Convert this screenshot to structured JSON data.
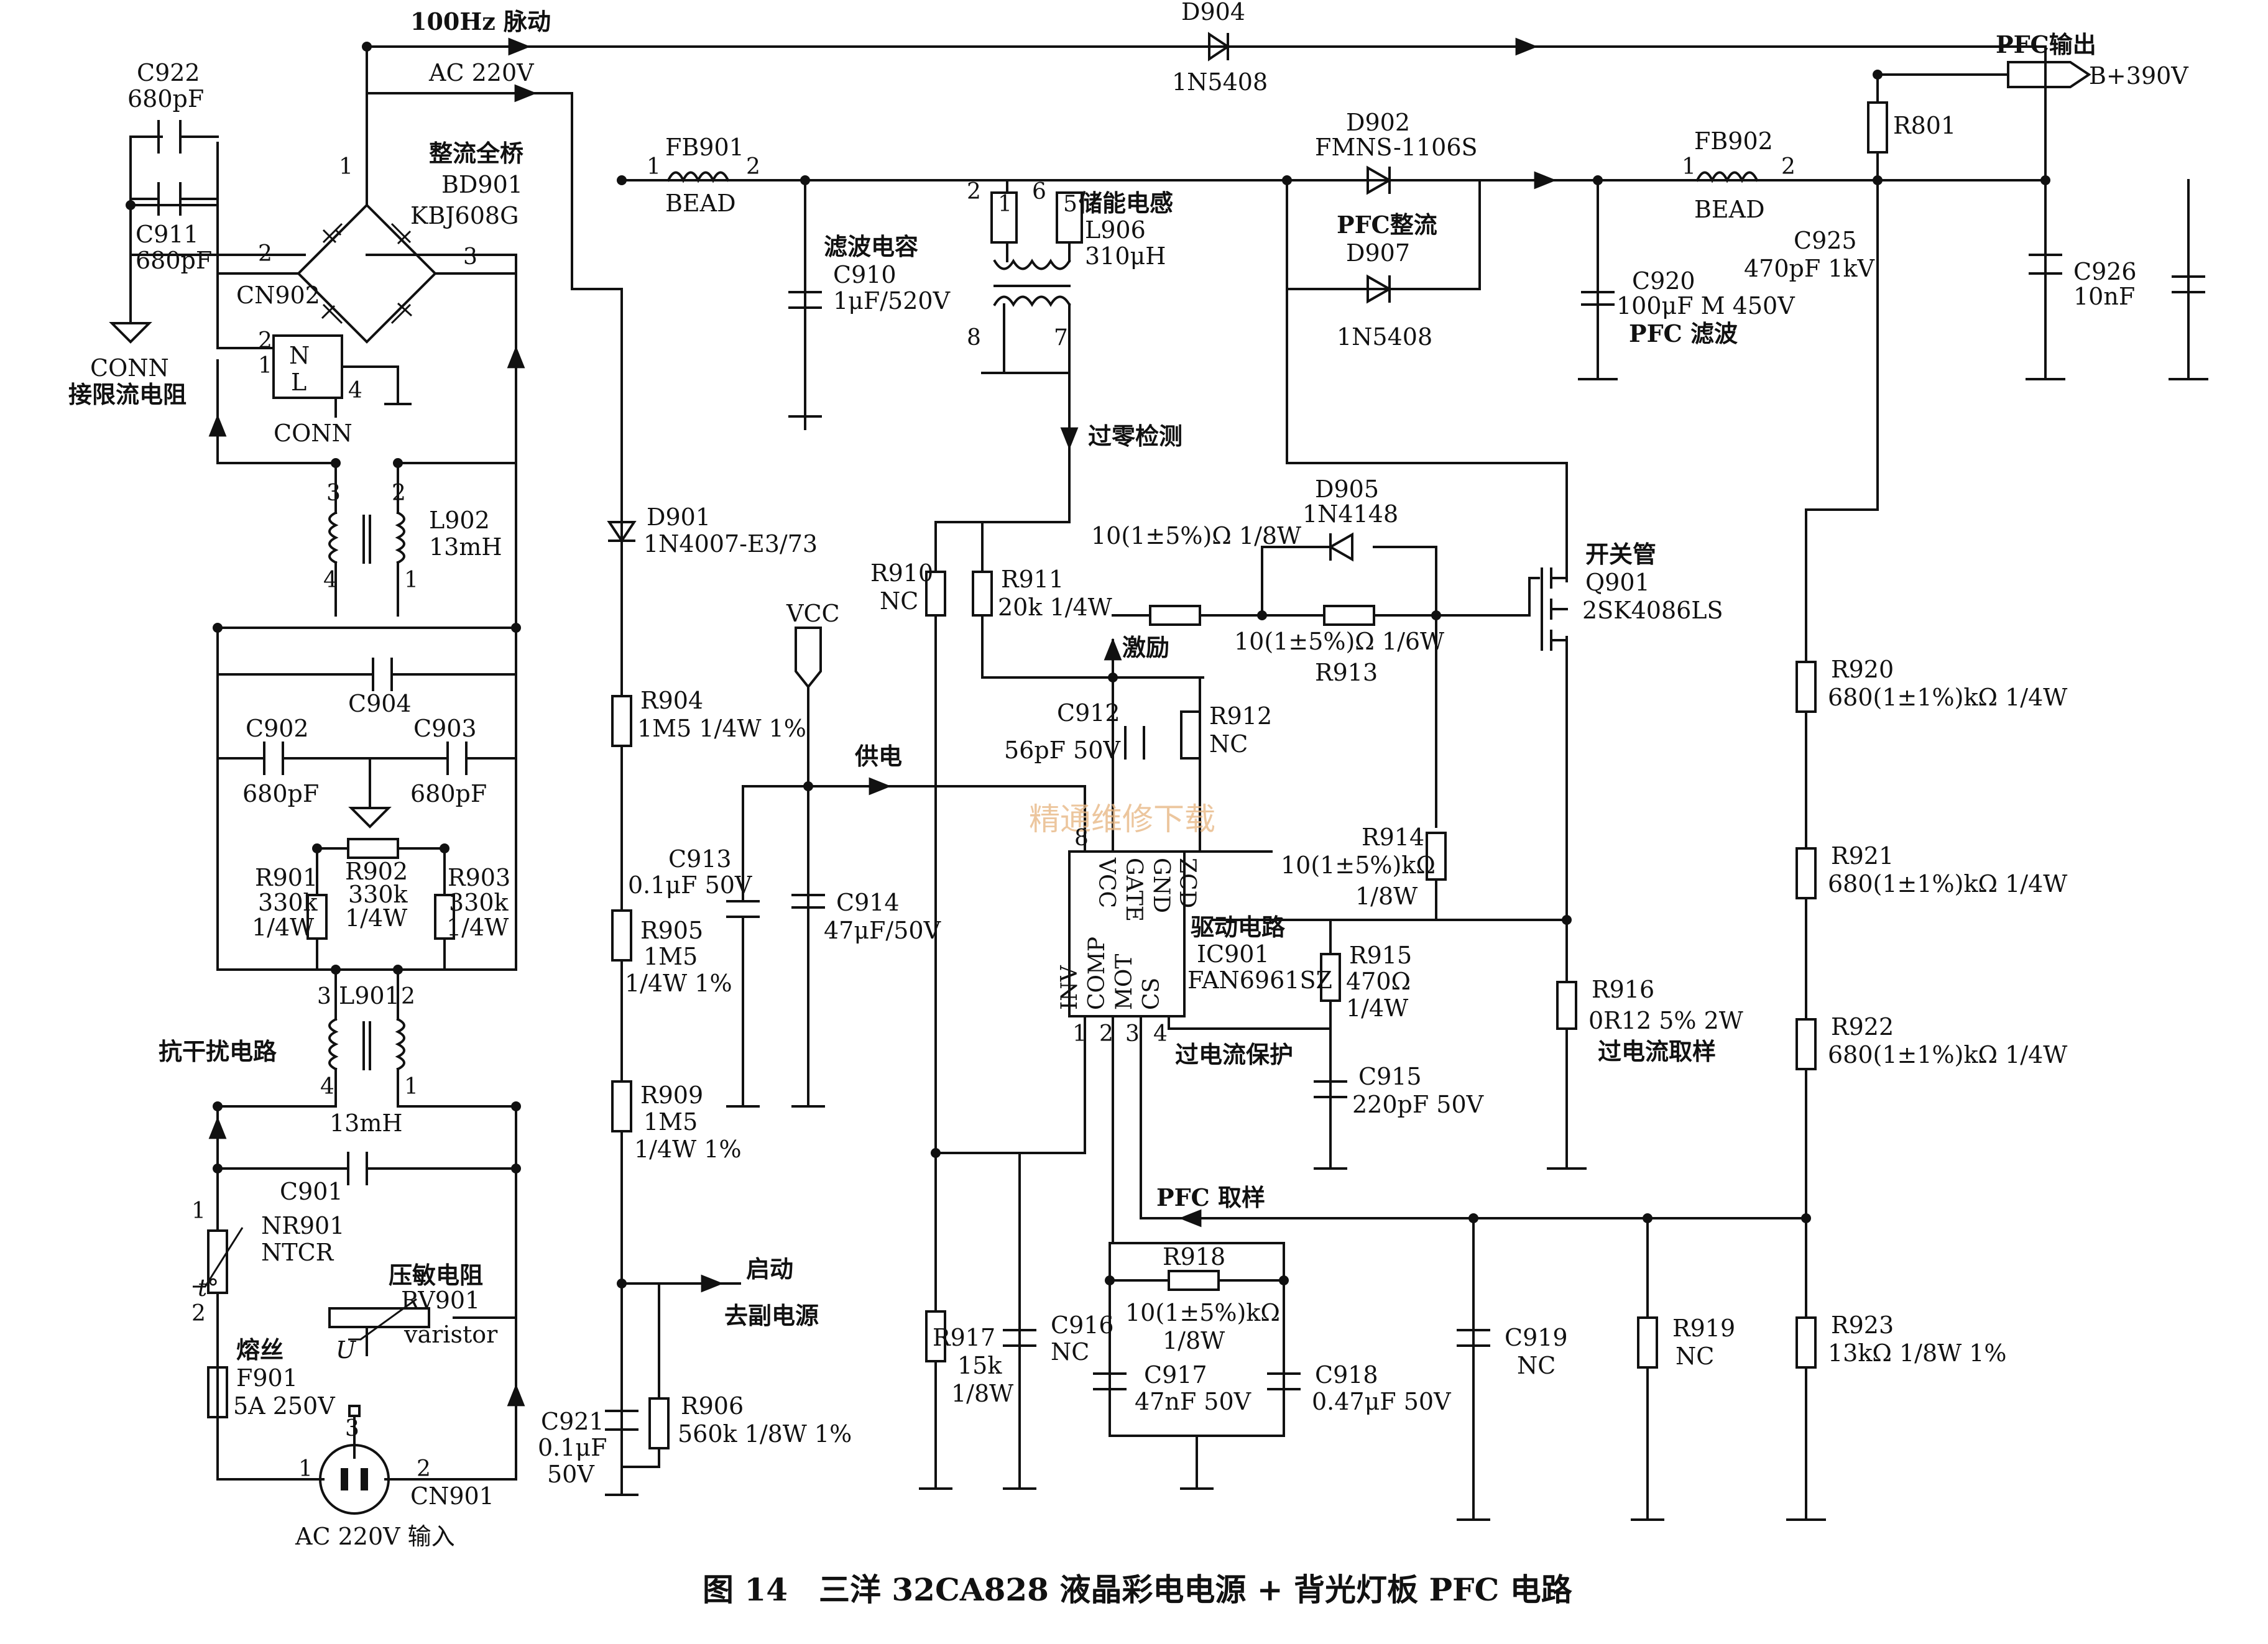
{
  "caption": "图 14　三洋 32CA828 液晶彩电电源 + 背光灯板 PFC 电路",
  "watermark": "精通维修下载",
  "colors": {
    "ink": "#111111",
    "watermark": "#e8b987",
    "background": "#ffffff"
  },
  "net_labels": {
    "hz100": "100Hz 脉动",
    "ac220": "AC 220V",
    "rectifier_title": "整流全桥",
    "filter_cap_title": "滤波电容",
    "storage_inductor_title": "储能电感",
    "pfc_rect_title": "PFC整流",
    "zero_detect": "过零检测",
    "pfc_out": "PFC输出",
    "b390": "B+390V",
    "pfc_filter": "PFC 滤波",
    "switch_title": "开关管",
    "excite": "激励",
    "power_supply": "供电",
    "vcc": "VCC",
    "driver_title": "驱动电路",
    "over_current_prot": "过电流保护",
    "over_current_sense": "过电流取样",
    "pfc_sample": "PFC 取样",
    "start": "启动",
    "to_aux": "去副电源",
    "anti_interf": "抗干扰电路",
    "varistor_title": "压敏电阻",
    "fuse_title": "熔丝",
    "ac_input": "AC 220V 输入",
    "conn_res1": "CONN",
    "conn_res2": "接限流电阻",
    "conn_label": "CONN",
    "t_label": "t°",
    "u_label": "U"
  },
  "parts": {
    "c922": {
      "ref": "C922",
      "val": "680pF"
    },
    "c911": {
      "ref": "C911",
      "val": "680pF"
    },
    "bd901": {
      "ref": "BD901",
      "val": "KBJ608G"
    },
    "cn902": {
      "ref": "CN902",
      "n": "N",
      "l": "L"
    },
    "l902": {
      "ref": "L902",
      "val": "13mH"
    },
    "c904": {
      "ref": "C904"
    },
    "c902": {
      "ref": "C902",
      "val": "680pF"
    },
    "c903": {
      "ref": "C903",
      "val": "680pF"
    },
    "r901": {
      "ref": "R901",
      "val": "330k",
      "pw": "1/4W"
    },
    "r902": {
      "ref": "R902",
      "val": "330k",
      "pw": "1/4W"
    },
    "r903": {
      "ref": "R903",
      "val": "330k",
      "pw": "1/4W"
    },
    "l901": {
      "ref": "L901",
      "val": "13mH"
    },
    "c901": {
      "ref": "C901"
    },
    "nr901": {
      "ref": "NR901",
      "val": "NTCR"
    },
    "rv901": {
      "ref": "RV901",
      "val": "varistor"
    },
    "f901": {
      "ref": "F901",
      "val": "5A 250V"
    },
    "cn901": {
      "ref": "CN901"
    },
    "fb901": {
      "ref": "FB901",
      "val": "BEAD"
    },
    "c910": {
      "ref": "C910",
      "val": "1μF/520V"
    },
    "l906": {
      "ref": "L906",
      "val": "310μH"
    },
    "d904": {
      "ref": "D904",
      "val": "1N5408"
    },
    "d902": {
      "ref": "D902",
      "val": "FMNS-1106S"
    },
    "d907": {
      "ref": "D907",
      "val": "1N5408"
    },
    "c920": {
      "ref": "C920",
      "val": "100μF M 450V"
    },
    "fb902": {
      "ref": "FB902",
      "val": "BEAD"
    },
    "c925": {
      "ref": "C925",
      "val": "470pF 1kV"
    },
    "c926": {
      "ref": "C926",
      "val": "10nF"
    },
    "r801": {
      "ref": "R801"
    },
    "d901": {
      "ref": "D901",
      "val": "1N4007-E3/73"
    },
    "r904": {
      "ref": "R904",
      "val": "1M5 1/4W 1%"
    },
    "r905": {
      "ref": "R905",
      "val": "1M5",
      "pw": "1/4W 1%"
    },
    "r909": {
      "ref": "R909",
      "val": "1M5",
      "pw": "1/4W  1%"
    },
    "c921": {
      "ref": "C921",
      "val": "0.1μF",
      "pw": "50V"
    },
    "r906": {
      "ref": "R906",
      "val": "560k 1/8W 1%"
    },
    "c913": {
      "ref": "C913",
      "val": "0.1μF 50V"
    },
    "c914": {
      "ref": "C914",
      "val": "47μF/50V"
    },
    "r910": {
      "ref": "R910",
      "val": "NC"
    },
    "r911": {
      "ref": "R911",
      "val": "20k  1/4W"
    },
    "d905": {
      "ref": "D905",
      "val": "1N4148"
    },
    "r_top": {
      "val": "10(1±5%)Ω  1/8W"
    },
    "r913": {
      "ref": "R913",
      "val": "10(1±5%)Ω 1/6W"
    },
    "c912": {
      "ref": "C912",
      "val": "56pF 50V"
    },
    "r912": {
      "ref": "R912",
      "val": "NC"
    },
    "ic901": {
      "ref": "IC901",
      "val": "FAN6961SZ",
      "pins_top": [
        "VCC",
        "GATE",
        "GND",
        "ZCD"
      ],
      "pins_bot": [
        "INV",
        "COMP",
        "MOT",
        "CS"
      ],
      "nums_top": [
        "8"
      ],
      "nums_bot": [
        "1",
        "2",
        "3",
        "4"
      ]
    },
    "r914": {
      "ref": "R914",
      "val": "10(1±5%)kΩ",
      "pw": "1/8W"
    },
    "r915": {
      "ref": "R915",
      "val": "470Ω",
      "pw": "1/4W"
    },
    "c915": {
      "ref": "C915",
      "val": "220pF 50V"
    },
    "r916": {
      "ref": "R916",
      "val": "0R12 5%  2W"
    },
    "q901": {
      "ref": "Q901",
      "val": "2SK4086LS"
    },
    "r920": {
      "ref": "R920",
      "val": "680(1±1%)kΩ  1/4W"
    },
    "r921": {
      "ref": "R921",
      "val": "680(1±1%)kΩ  1/4W"
    },
    "r922": {
      "ref": "R922",
      "val": "680(1±1%)kΩ  1/4W"
    },
    "r923": {
      "ref": "R923",
      "val": "13kΩ  1/8W  1%"
    },
    "r917": {
      "ref": "R917",
      "val": "15k",
      "pw": "1/8W"
    },
    "c916": {
      "ref": "C916",
      "val": "NC"
    },
    "r918": {
      "ref": "R918",
      "val": "10(1±5%)kΩ",
      "pw": "1/8W"
    },
    "c917": {
      "ref": "C917",
      "val": "47nF 50V"
    },
    "c918": {
      "ref": "C918",
      "val": "0.47μF 50V"
    },
    "c919": {
      "ref": "C919",
      "val": "NC"
    },
    "r919": {
      "ref": "R919",
      "val": "NC"
    }
  },
  "pins": {
    "p1": "1",
    "p2": "2",
    "p3": "3",
    "p4": "4",
    "p5": "5",
    "p6": "6",
    "p7": "7",
    "p8": "8"
  }
}
